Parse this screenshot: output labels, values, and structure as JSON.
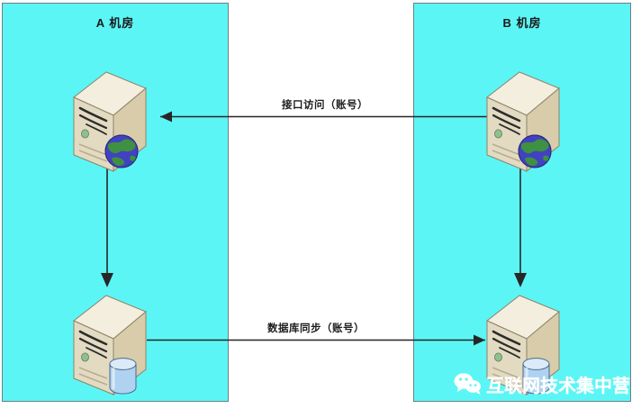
{
  "diagram": {
    "rooms": [
      {
        "id": "room-a",
        "title": "A 机房"
      },
      {
        "id": "room-b",
        "title": "B 机房"
      }
    ],
    "nodes": [
      {
        "id": "server-a-web",
        "type": "server-with-globe",
        "room": "A 机房"
      },
      {
        "id": "server-a-db",
        "type": "server-with-database",
        "room": "A 机房"
      },
      {
        "id": "server-b-web",
        "type": "server-with-globe",
        "room": "B 机房"
      },
      {
        "id": "server-b-db",
        "type": "server-with-database",
        "room": "B 机房"
      }
    ],
    "edges": [
      {
        "id": "edge-api",
        "label": "接口访问（账号）",
        "from": "server-b-web",
        "to": "server-a-web",
        "direction": "left"
      },
      {
        "id": "edge-db-sync",
        "label": "数据库同步（账号）",
        "from": "server-a-db",
        "to": "server-b-db",
        "direction": "right"
      },
      {
        "id": "edge-a-internal",
        "label": "",
        "from": "server-a-web",
        "to": "server-a-db",
        "direction": "down"
      },
      {
        "id": "edge-b-internal",
        "label": "",
        "from": "server-b-web",
        "to": "server-b-db",
        "direction": "down"
      }
    ],
    "watermark": {
      "text": "互联网技术集中营",
      "icon": "wechat-icon"
    },
    "colors": {
      "room_fill": "#5CF5F5",
      "room_border": "#6E7E84",
      "server_face": "#E8E0CC",
      "server_side": "#C9BC9C",
      "server_top": "#F2ECDC",
      "globe_land": "#3C8C3C",
      "globe_sea": "#4040B8",
      "database": "#9FC6E8",
      "connector": "#262626",
      "title_text": "#1a1a1a",
      "watermark_text": "#ffffff"
    }
  }
}
